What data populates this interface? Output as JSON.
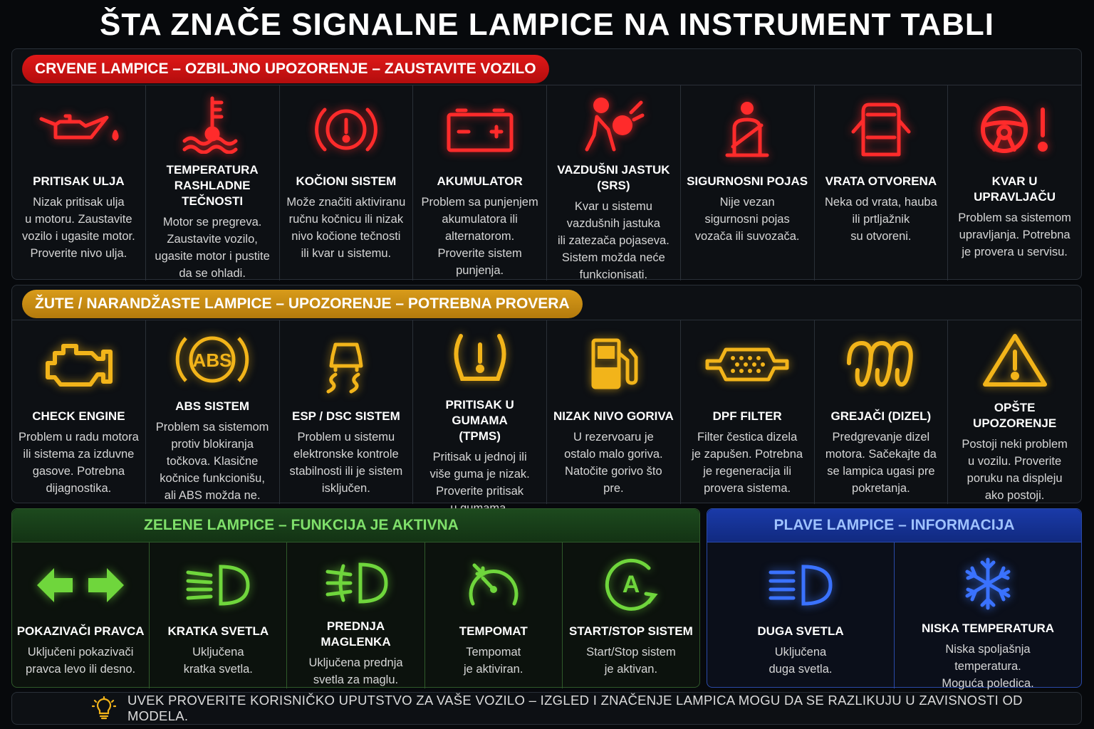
{
  "title": "ŠTA ZNAČE SIGNALNE LAMPICE NA INSTRUMENT TABLI",
  "colors": {
    "red": "#ff2b2b",
    "yellow": "#f2b41a",
    "green": "#6fd63c",
    "blue": "#3a72ff"
  },
  "red": {
    "header": "CRVENE LAMPICE – OZBILJNO UPOZORENJE – ZAUSTAVITE VOZILO",
    "items": [
      {
        "icon": "oil-can-icon",
        "title": "PRITISAK ULJA",
        "desc": "Nizak pritisak ulja\nu motoru. Zaustavite\nvozilo i ugasite motor.\nProverite nivo ulja."
      },
      {
        "icon": "coolant-temperature-icon",
        "title": "TEMPERATURA\nRASHLADNE TEČNOSTI",
        "desc": "Motor se pregreva.\nZaustavite vozilo,\nugasite motor i pustite\nda se ohladi."
      },
      {
        "icon": "brake-warning-icon",
        "title": "KOČIONI SISTEM",
        "desc": "Može značiti aktiviranu\nručnu kočnicu ili nizak\nnivo kočione tečnosti\nili kvar u sistemu."
      },
      {
        "icon": "battery-icon",
        "title": "AKUMULATOR",
        "desc": "Problem sa punjenjem\nakumulatora ili\nalternatorom.\nProverite sistem\npunjenja."
      },
      {
        "icon": "airbag-icon",
        "title": "VAZDUŠNI JASTUK (SRS)",
        "desc": "Kvar u sistemu\nvazdušnih jastuka\nili zatezača pojaseva.\nSistem možda neće\nfunkcionisati."
      },
      {
        "icon": "seatbelt-icon",
        "title": "SIGURNOSNI POJAS",
        "desc": "Nije vezan\nsigurnosni pojas\nvozača ili suvozača."
      },
      {
        "icon": "door-open-icon",
        "title": "VRATA OTVORENA",
        "desc": "Neka od vrata, hauba\nili prtljažnik\nsu otvoreni."
      },
      {
        "icon": "steering-warning-icon",
        "title": "KVAR U UPRAVLJAČU",
        "desc": "Problem sa sistemom\nupravljanja. Potrebna\nje provera u servisu."
      }
    ]
  },
  "yellow": {
    "header": "ŽUTE / NARANDŽASTE LAMPICE – UPOZORENJE – POTREBNA PROVERA",
    "items": [
      {
        "icon": "check-engine-icon",
        "title": "CHECK ENGINE",
        "desc": "Problem u radu motora\nili sistema za izduvne\ngasove. Potrebna\ndijagnostika."
      },
      {
        "icon": "abs-icon",
        "abs_label": "ABS",
        "title": "ABS SISTEM",
        "desc": "Problem sa sistemom\nprotiv blokiranja\ntočkova. Klasične\nkočnice funkcionišu,\nali ABS možda ne."
      },
      {
        "icon": "skidding-car-icon",
        "title": "ESP / DSC SISTEM",
        "desc": "Problem u sistemu\nelektronske kontrole\nstabilnosti ili je sistem\nisključen."
      },
      {
        "icon": "tire-pressure-icon",
        "title": "PRITISAK U GUMAMA\n(TPMS)",
        "desc": "Pritisak u jednoj ili\nviše guma je nizak.\nProverite pritisak\nu gumama."
      },
      {
        "icon": "fuel-pump-icon",
        "title": "NIZAK NIVO GORIVA",
        "desc": "U rezervoaru je\nostalo malo goriva.\nNatočite gorivo što\npre."
      },
      {
        "icon": "dpf-filter-icon",
        "title": "DPF FILTER",
        "desc": "Filter čestica dizela\nje zapušen. Potrebna\nje regeneracija ili\nprovera sistema."
      },
      {
        "icon": "glow-plug-icon",
        "title": "GREJAČI (DIZEL)",
        "desc": "Predgrevanje dizel\nmotora. Sačekajte da\nse lampica ugasi pre\npokretanja."
      },
      {
        "icon": "warning-triangle-icon",
        "title": "OPŠTE UPOZORENJE",
        "desc": "Postoji neki problem\nu vozilu. Proverite\nporuku na displeju\nako postoji."
      }
    ]
  },
  "green": {
    "header": "ZELENE LAMPICE – FUNKCIJA JE AKTIVNA",
    "items": [
      {
        "icon": "turn-signal-arrows-icon",
        "title": "POKAZIVAČI PRAVCA",
        "desc": "Uključeni pokazivači\npravca levo ili desno."
      },
      {
        "icon": "low-beam-icon",
        "title": "KRATKA SVETLA",
        "desc": "Uključena\nkratka svetla."
      },
      {
        "icon": "front-fog-light-icon",
        "title": "PREDNJA MAGLENKA",
        "desc": "Uključena prednja\nsvetla za maglu."
      },
      {
        "icon": "cruise-control-icon",
        "title": "TEMPOMAT",
        "desc": "Tempomat\nje aktiviran."
      },
      {
        "icon": "start-stop-icon",
        "start_stop_label": "A",
        "title": "START/STOP SISTEM",
        "desc": "Start/Stop sistem\nje aktivan."
      }
    ]
  },
  "blue": {
    "header": "PLAVE LAMPICE – INFORMACIJA",
    "items": [
      {
        "icon": "high-beam-icon",
        "title": "DUGA SVETLA",
        "desc": "Uključena\nduga svetla."
      },
      {
        "icon": "snowflake-icon",
        "title": "NISKA TEMPERATURA",
        "desc": "Niska spoljašnja\ntemperatura.\nMoguća poledica."
      }
    ]
  },
  "footer": {
    "icon": "lightbulb-icon",
    "text": "UVEK PROVERITE KORISNIČKO UPUTSTVO ZA VAŠE VOZILO – IZGLED I ZNAČENJE LAMPICA MOGU DA SE RAZLIKUJU U ZAVISNOSTI OD MODELA."
  }
}
